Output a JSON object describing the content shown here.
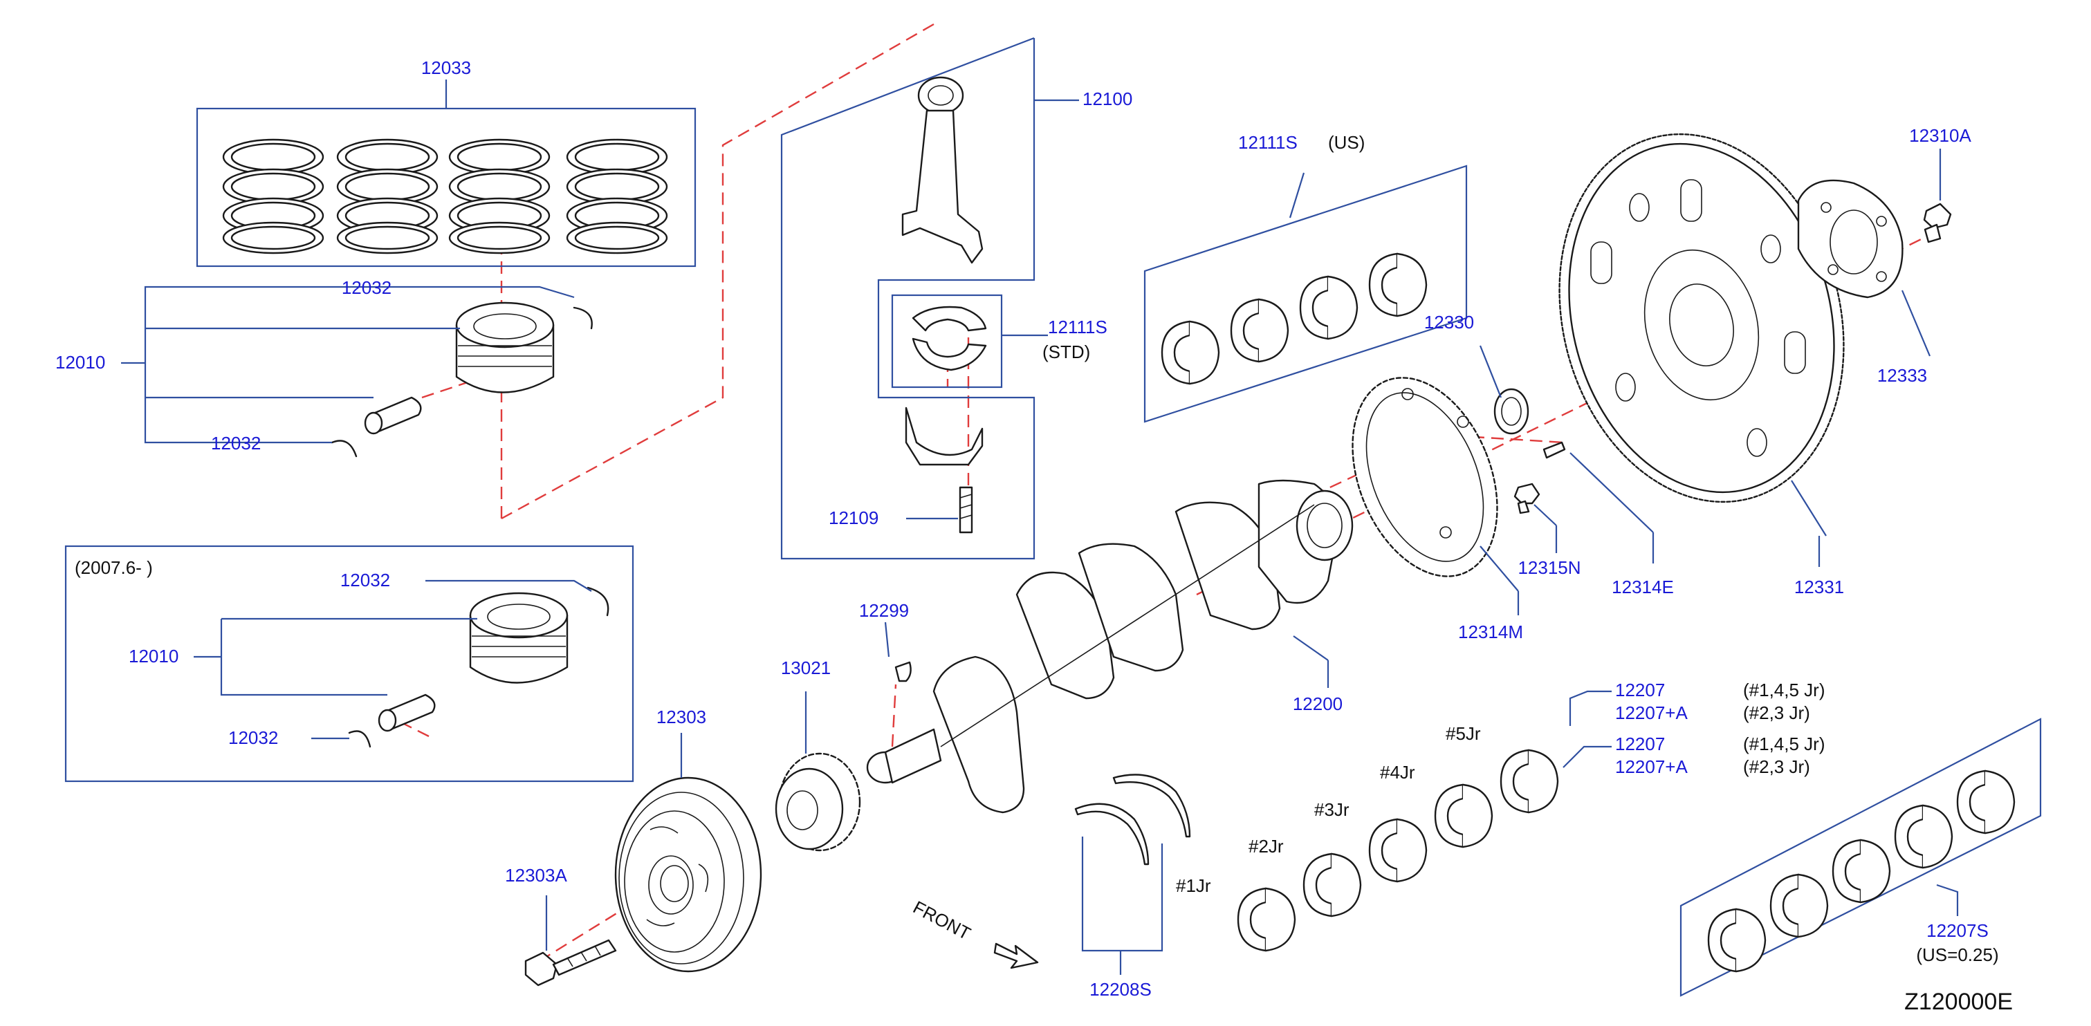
{
  "diagram_code": "Z120000E",
  "direction_label": "FRONT",
  "callouts": {
    "piston_rings": "12033",
    "conrod_assy": "12100",
    "conrod_bearing_us": "12111S",
    "conrod_bearing_us_note": "(US)",
    "conrod_bearing_std": "12111S",
    "conrod_bearing_std_note": "(STD)",
    "conrod_bolt": "12109",
    "flywheel_bolt": "12310A",
    "plate_12333": "12333",
    "seal_12330": "12330",
    "flywheel": "12331",
    "dowel_pin": "12314E",
    "pilot_bolt": "12315N",
    "signal_plate": "12314M",
    "crankshaft": "12200",
    "key": "12299",
    "sprocket": "13021",
    "pulley": "12303",
    "pulley_bolt": "12303A",
    "thrust_washer": "12208S",
    "main_bearing_us": "12207S",
    "main_bearing_us_note": "(US=0.25)",
    "main_bearing_a1": "12207",
    "main_bearing_a2": "12207+A",
    "main_bearing_b1": "12207",
    "main_bearing_b2": "12207+A"
  },
  "journal_notes": {
    "n1": "(#1,4,5   Jr)",
    "n2": "(#2,3   Jr)",
    "n3": "(#1,4,5   Jr)",
    "n4": "(#2,3   Jr)"
  },
  "journal_labels": [
    "#1Jr",
    "#2Jr",
    "#3Jr",
    "#4Jr",
    "#5Jr"
  ],
  "piston_group_1": {
    "piston": "12010",
    "pin_clip_top": "12032",
    "pin_clip_bottom": "12032"
  },
  "piston_group_2": {
    "date_note": "(2007.6-           )",
    "piston": "12010",
    "pin_clip_top": "12032",
    "pin_clip_bottom": "12032"
  }
}
